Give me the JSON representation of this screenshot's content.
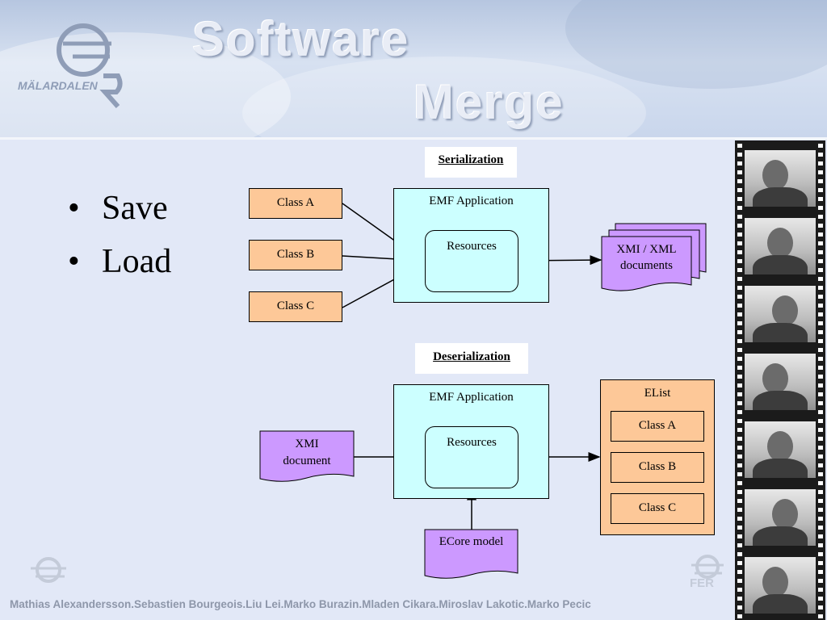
{
  "header": {
    "title_line1": "Software",
    "title_line2": "Merge",
    "logo_text": "MÄLARDALEN"
  },
  "bullets": [
    "Save",
    "Load"
  ],
  "serialization": {
    "label": "Serialization",
    "classes": [
      "Class A",
      "Class B",
      "Class C"
    ],
    "app_label": "EMF Application",
    "resources_label": "Resources",
    "docs_line1": "XMI / XML",
    "docs_line2": "documents"
  },
  "deserialization": {
    "label": "Deserialization",
    "doc_line1": "XMI",
    "doc_line2": "document",
    "app_label": "EMF Application",
    "resources_label": "Resources",
    "ecore_label": "ECore model",
    "elist_label": "EList",
    "elist_items": [
      "Class A",
      "Class B",
      "Class C"
    ]
  },
  "footer": {
    "authors": "Mathias Alexandersson.Sebastien Bourgeois.Liu Lei.Marko Burazin.Mladen Cikara.Miroslav Lakotic.Marko Pecic",
    "logo_text": "FER"
  },
  "colors": {
    "class_fill": "#fdc898",
    "app_fill": "#ccffff",
    "doc_fill": "#cc99ff",
    "background": "#e2e8f7"
  }
}
